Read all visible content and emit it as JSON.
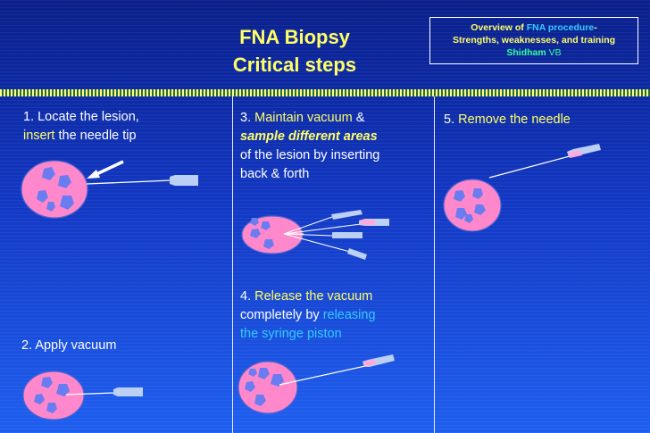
{
  "title": {
    "line1": "FNA Biopsy",
    "line2": "Critical steps"
  },
  "overview": {
    "prefix": "Overview of ",
    "fna": "FNA",
    "procedure": " procedure",
    "dash": "-",
    "line2": "Strengths, weaknesses, and training",
    "author": "Shidham",
    "author_suffix": "  VB"
  },
  "steps": {
    "s1": {
      "text_a": "1. Locate the lesion,",
      "highlight": "insert",
      "text_b": " the needle tip"
    },
    "s2": {
      "text": "2. Apply vacuum"
    },
    "s3": {
      "number": "3. ",
      "highlight": "Maintain vacuum",
      "amp": "  &",
      "emph": "sample different  areas",
      "text_c": "of  the lesion by inserting",
      "text_d": "back & forth"
    },
    "s4": {
      "number": "4. ",
      "highlight": "Release the vacuum",
      "text_b": "completely by ",
      "highlight2_a": "releasing",
      "highlight2_b": "the syringe piston"
    },
    "s5": {
      "number": "5. ",
      "highlight": "Remove the needle"
    }
  },
  "colors": {
    "background_top": "#0a1f8a",
    "background_bottom": "#1f5ff0",
    "title": "#ffff66",
    "accent_cyan": "#33ccff",
    "lesion_pink": "#ff88cc",
    "lesion_cell": "#7a8cff"
  }
}
